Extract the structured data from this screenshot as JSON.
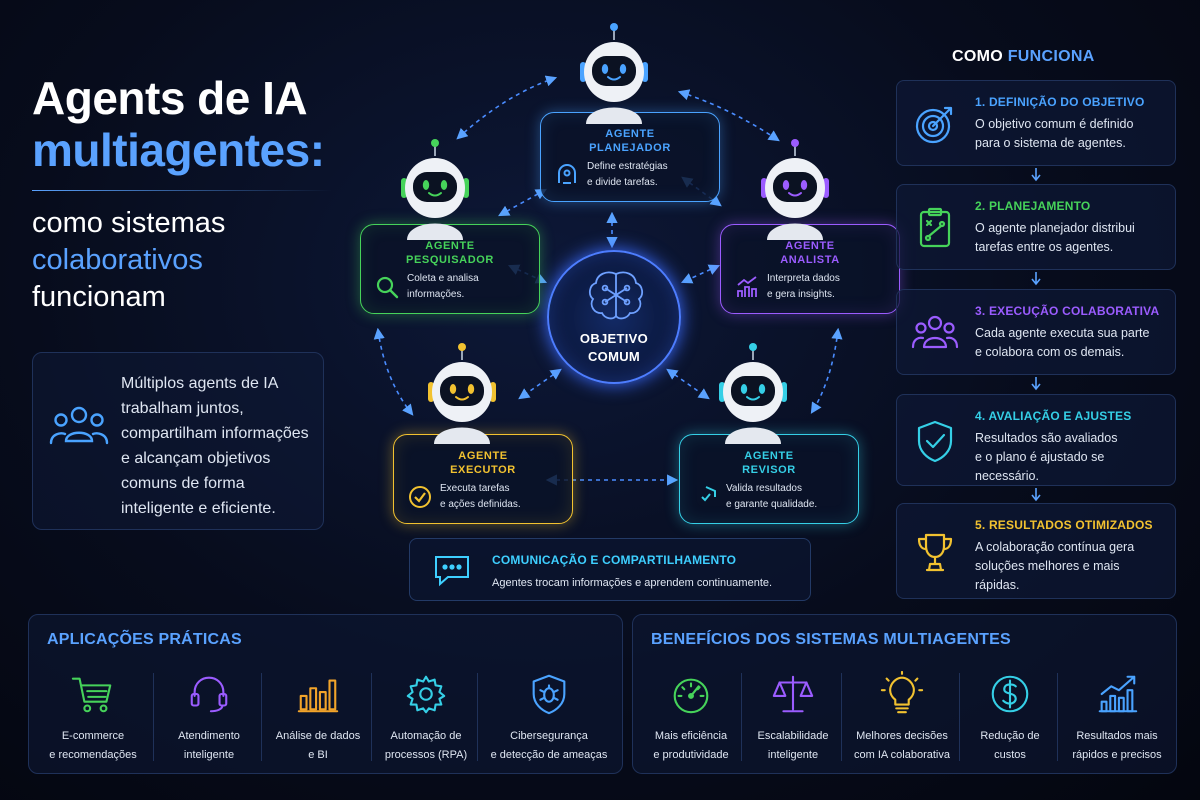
{
  "title": {
    "line1": "Agents de IA",
    "line2": "multiagentes:",
    "line3": "como sistemas",
    "line4": "colaborativos",
    "line5": "funcionam"
  },
  "intro": {
    "line1": "Múltiplos agents de IA",
    "line2": "trabalham juntos,",
    "line3": "compartilham informações",
    "line4": "e alcançam objetivos",
    "line5": "comuns de forma",
    "line6": "inteligente e eficiente."
  },
  "center": {
    "line1": "OBJETIVO",
    "line2": "COMUM"
  },
  "agents": [
    {
      "title1": "AGENTE",
      "title2": "PLANEJADOR",
      "desc1": "Define estratégias",
      "desc2": "e divide tarefas.",
      "color": "#4aa3ff"
    },
    {
      "title1": "AGENTE",
      "title2": "PESQUISADOR",
      "desc1": "Coleta e analisa",
      "desc2": "informações.",
      "color": "#46d35a"
    },
    {
      "title1": "AGENTE",
      "title2": "ANALISTA",
      "desc1": "Interpreta dados",
      "desc2": "e gera insights.",
      "color": "#9b5cff"
    },
    {
      "title1": "AGENTE",
      "title2": "EXECUTOR",
      "desc1": "Executa tarefas",
      "desc2": "e ações definidas.",
      "color": "#f2c230"
    },
    {
      "title1": "AGENTE",
      "title2": "REVISOR",
      "desc1": "Valida resultados",
      "desc2": "e garante qualidade.",
      "color": "#35cfe6"
    }
  ],
  "communication": {
    "title": "COMUNICAÇÃO E COMPARTILHAMENTO",
    "desc": "Agentes trocam informações e aprendem continuamente."
  },
  "how": {
    "part1": "COMO",
    "part2": "FUNCIONA"
  },
  "steps": [
    {
      "title": "1. DEFINIÇÃO DO OBJETIVO",
      "d1": "O objetivo comum é definido",
      "d2": "para o sistema de agentes.",
      "d3": "",
      "color": "#4aa3ff",
      "icon": "target-icon"
    },
    {
      "title": "2. PLANEJAMENTO",
      "d1": "O agente planejador distribui",
      "d2": "tarefas entre os agentes.",
      "d3": "",
      "color": "#46d35a",
      "icon": "clipboard-plan-icon"
    },
    {
      "title": "3. EXECUÇÃO COLABORATIVA",
      "d1": "Cada agente executa sua parte",
      "d2": "e colabora com os demais.",
      "d3": "",
      "color": "#9b5cff",
      "icon": "team-icon"
    },
    {
      "title": "4. AVALIAÇÃO E AJUSTES",
      "d1": "Resultados são avaliados",
      "d2": "e o plano é ajustado se",
      "d3": "necessário.",
      "color": "#35cfe6",
      "icon": "shield-check-icon"
    },
    {
      "title": "5. RESULTADOS OTIMIZADOS",
      "d1": "A colaboração contínua gera",
      "d2": "soluções melhores e mais",
      "d3": "rápidas.",
      "color": "#f2c230",
      "icon": "trophy-icon"
    }
  ],
  "applications": {
    "title": "APLICAÇÕES PRÁTICAS",
    "items": [
      {
        "l1": "E-commerce",
        "l2": "e recomendações",
        "color": "#46d35a",
        "icon": "cart-icon"
      },
      {
        "l1": "Atendimento",
        "l2": "inteligente",
        "color": "#9b5cff",
        "icon": "headset-icon"
      },
      {
        "l1": "Análise de dados",
        "l2": "e BI",
        "color": "#f2a42a",
        "icon": "bar-chart-icon"
      },
      {
        "l1": "Automação de",
        "l2": "processos (RPA)",
        "color": "#35cfe6",
        "icon": "gear-icon"
      },
      {
        "l1": "Cibersegurança",
        "l2": "e detecção de ameaças",
        "color": "#4aa3ff",
        "icon": "shield-bug-icon"
      }
    ]
  },
  "benefits": {
    "title": "BENEFÍCIOS DOS SISTEMAS MULTIAGENTES",
    "items": [
      {
        "l1": "Mais eficiência",
        "l2": "e produtividade",
        "color": "#46d35a",
        "icon": "speedometer-icon"
      },
      {
        "l1": "Escalabilidade",
        "l2": "inteligente",
        "color": "#9b5cff",
        "icon": "scale-icon"
      },
      {
        "l1": "Melhores decisões",
        "l2": "com IA colaborativa",
        "color": "#f2c230",
        "icon": "lightbulb-icon"
      },
      {
        "l1": "Redução de",
        "l2": "custos",
        "color": "#35cfe6",
        "icon": "dollar-icon"
      },
      {
        "l1": "Resultados mais",
        "l2": "rápidos e precisos",
        "color": "#4aa3ff",
        "icon": "growth-chart-icon"
      }
    ]
  }
}
